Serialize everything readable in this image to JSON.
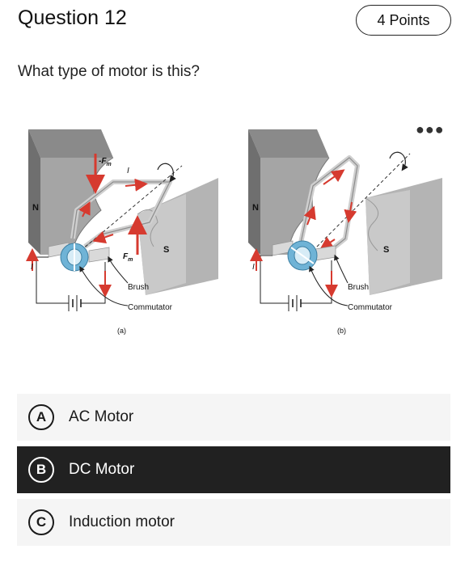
{
  "question": {
    "title": "Question 12",
    "points": "4 Points",
    "prompt": "What type of motor is this?"
  },
  "figure": {
    "panels": [
      {
        "caption": "(a)",
        "north": "N",
        "south": "S",
        "force_label": "F",
        "force_sub": "m",
        "current_label": "I",
        "brush_label": "Brush",
        "commutator_label": "Commutator"
      },
      {
        "caption": "(b)",
        "north": "N",
        "south": "S",
        "current_label": "I",
        "brush_label": "Brush",
        "commutator_label": "Commutator"
      }
    ],
    "colors": {
      "magnet": "#9a9a9a",
      "coil": "#c8c8c8",
      "arrow": "#d63a2f",
      "commutator": "#6fb3d6",
      "brush": "#d9d9d9"
    }
  },
  "options": [
    {
      "letter": "A",
      "label": "AC Motor",
      "selected": false
    },
    {
      "letter": "B",
      "label": "DC Motor",
      "selected": true
    },
    {
      "letter": "C",
      "label": "Induction motor",
      "selected": false
    }
  ]
}
